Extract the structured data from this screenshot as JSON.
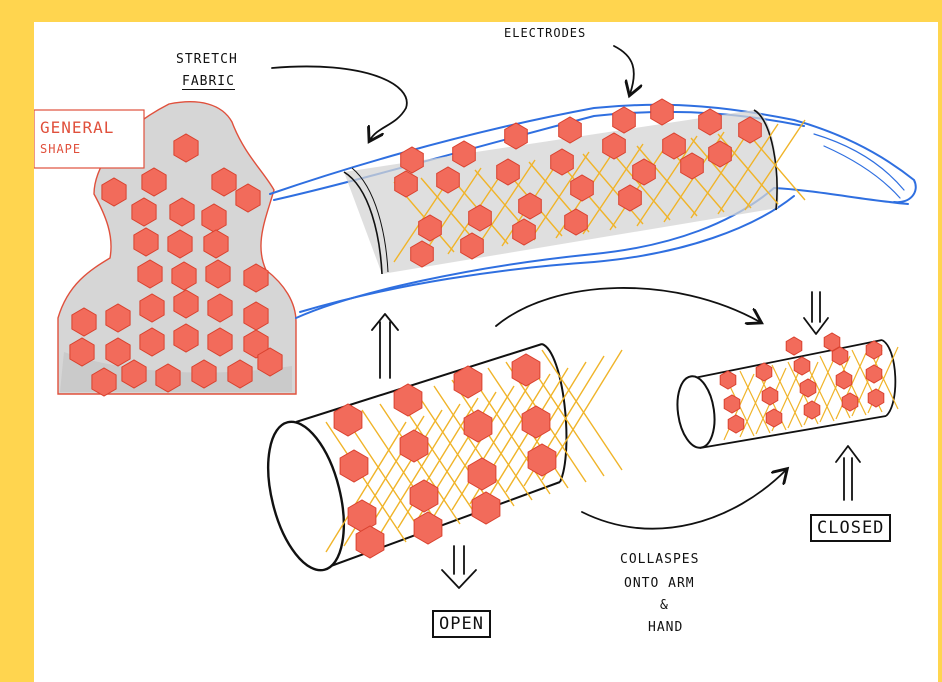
{
  "labels": {
    "general_line1": "GENERAL",
    "general_line2": "SHAPE",
    "stretch_line1": "STRETCH",
    "stretch_line2": "FABRIC",
    "electrodes": "ELECTRODES",
    "collapses_line1": "COLLASPES",
    "collapses_line2": "ONTO ARM",
    "collapses_amp": "&",
    "collapses_line3": "HAND",
    "open": "OPEN",
    "closed": "CLOSED"
  },
  "colors": {
    "frame": "#ffd54f",
    "electrode": "#f26b5b",
    "electrode_stroke": "#d9412e",
    "fabric_lines": "#f0b429",
    "arm_outline": "#2f6fe0",
    "shape_fill": "#d9d9d9",
    "ink": "#111111"
  }
}
